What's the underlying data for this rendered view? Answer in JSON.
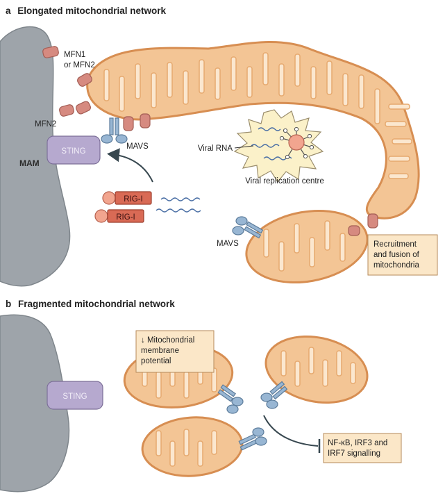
{
  "panel_a": {
    "letter": "a",
    "title": "Elongated mitochondrial network",
    "labels": {
      "mfn1_line1": "MFN1",
      "mfn1_line2": "or MFN2",
      "mfn2": "MFN2",
      "mam": "MAM",
      "sting": "STING",
      "mavs_top": "MAVS",
      "rig1_a": "RIG-I",
      "rig1_b": "RIG-I",
      "viral_rna": "Viral RNA",
      "viral_replication_centre": "Viral replication centre",
      "mavs_bottom": "MAVS"
    },
    "recruitment_box": [
      "Recruitment",
      "and fusion of",
      "mitochondria"
    ]
  },
  "panel_b": {
    "letter": "b",
    "title": "Fragmented mitochondrial network",
    "sting": "STING",
    "potential_box": [
      "↓ Mitochondrial",
      "membrane",
      "potential"
    ],
    "signalling_box": [
      "NF-κB, IRF3 and",
      "IRF7 signalling"
    ]
  },
  "colors": {
    "er_membrane": "#9aa0a6",
    "mito_fill": "#f3c595",
    "mito_outline": "#d78e52",
    "cristae": "#fbe7cf",
    "sting_fill": "#b6a9cf",
    "rig_fill": "#d96a55",
    "mavs_fill": "#98b6d3",
    "mfn_fill": "#d68a80",
    "box_fill": "#fbe7c8"
  }
}
